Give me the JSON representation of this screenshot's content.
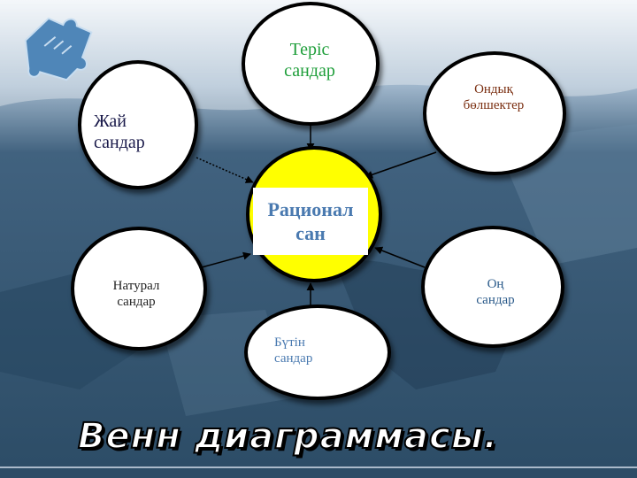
{
  "title": "Венн диаграммасы.",
  "center": {
    "line1": "Рационал",
    "line2": "сан"
  },
  "nodes": {
    "teris": {
      "line1": "Теріс",
      "line2": "сандар",
      "color": "#1e9e3a"
    },
    "ondyk": {
      "line1": "Ондық",
      "line2": "бөлшектер",
      "color": "#7a2e10"
    },
    "zhai": {
      "line1": "Жай",
      "line2": "сандар",
      "color": "#1a1a4a"
    },
    "natural": {
      "line1": "Натурал",
      "line2": "сандар",
      "color": "#222222"
    },
    "on": {
      "line1": "Оң",
      "line2": "сандар",
      "color": "#2a5a8a"
    },
    "butin": {
      "line1": "Бүтін",
      "line2": "сандар",
      "color": "#4a7ab0"
    }
  },
  "colors": {
    "center_fill": "#ffff00",
    "center_text": "#4a7ab0",
    "background": "#2f536f"
  }
}
